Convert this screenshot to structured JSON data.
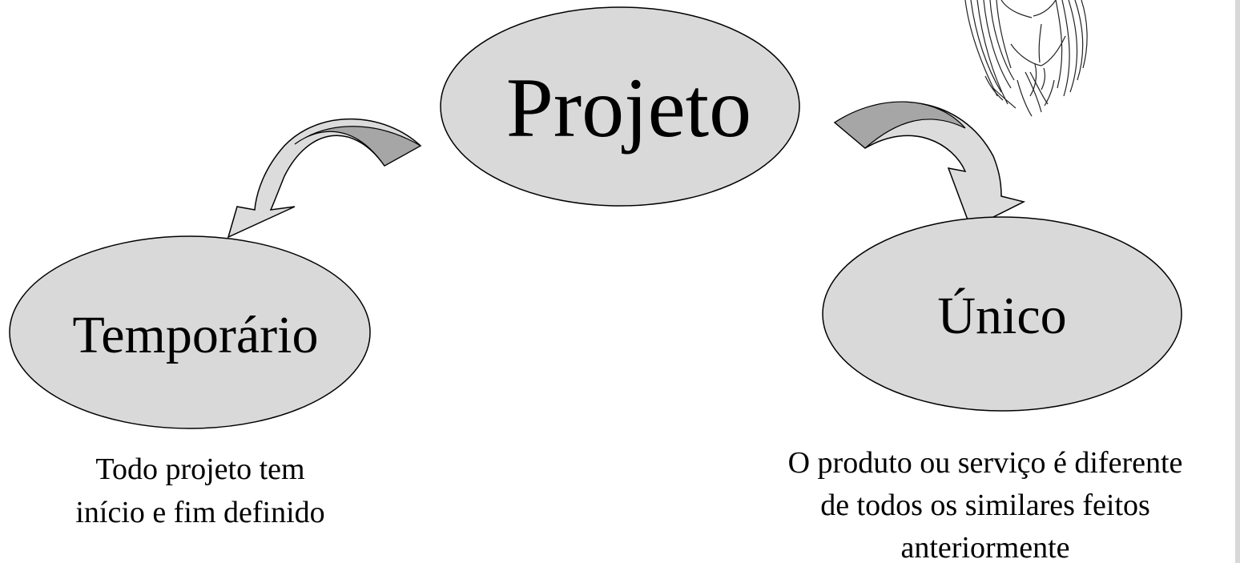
{
  "colors": {
    "node_fill": "#d9d9d9",
    "arrow_fill": "#a6a6a6",
    "arrow_fill_light": "#dcdcdc",
    "stroke": "#000000",
    "background": "#ffffff"
  },
  "diagram": {
    "center": {
      "label": "Projeto"
    },
    "left": {
      "label": "Temporário",
      "caption_lines": [
        "Todo projeto tem",
        "início e fim definido"
      ]
    },
    "right": {
      "label": "Único",
      "caption_lines": [
        "O produto ou serviço é diferente",
        "de todos os similares feitos",
        "anteriormente"
      ]
    }
  },
  "illustration": {
    "name": "woman-hair-sketch"
  }
}
